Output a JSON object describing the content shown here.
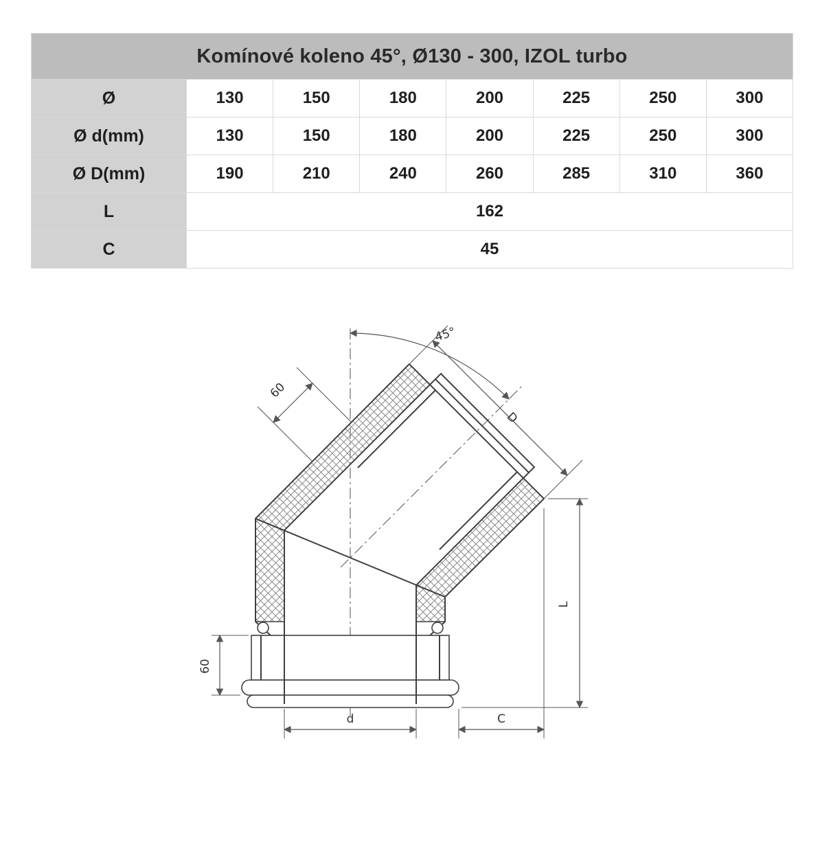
{
  "table": {
    "title": "Komínové koleno 45°, Ø130 - 300, IZOL turbo",
    "rows": [
      {
        "label": "Ø",
        "values": [
          "130",
          "150",
          "180",
          "200",
          "225",
          "250",
          "300"
        ]
      },
      {
        "label": "Ø d(mm)",
        "values": [
          "130",
          "150",
          "180",
          "200",
          "225",
          "250",
          "300"
        ]
      },
      {
        "label": "Ø D(mm)",
        "values": [
          "190",
          "210",
          "240",
          "260",
          "285",
          "310",
          "360"
        ]
      },
      {
        "label": "L",
        "span_value": "162"
      },
      {
        "label": "C",
        "span_value": "45"
      }
    ]
  },
  "drawing": {
    "labels": {
      "angle": "45°",
      "dim_60_top": "60",
      "dim_60_left": "60",
      "dim_D": "D",
      "dim_L": "L",
      "dim_d": "d",
      "dim_C": "C"
    }
  },
  "colors": {
    "title_bg": "#bcbcbc",
    "label_col_bg": "#d2d2d2",
    "line": "#3f3f3f"
  }
}
